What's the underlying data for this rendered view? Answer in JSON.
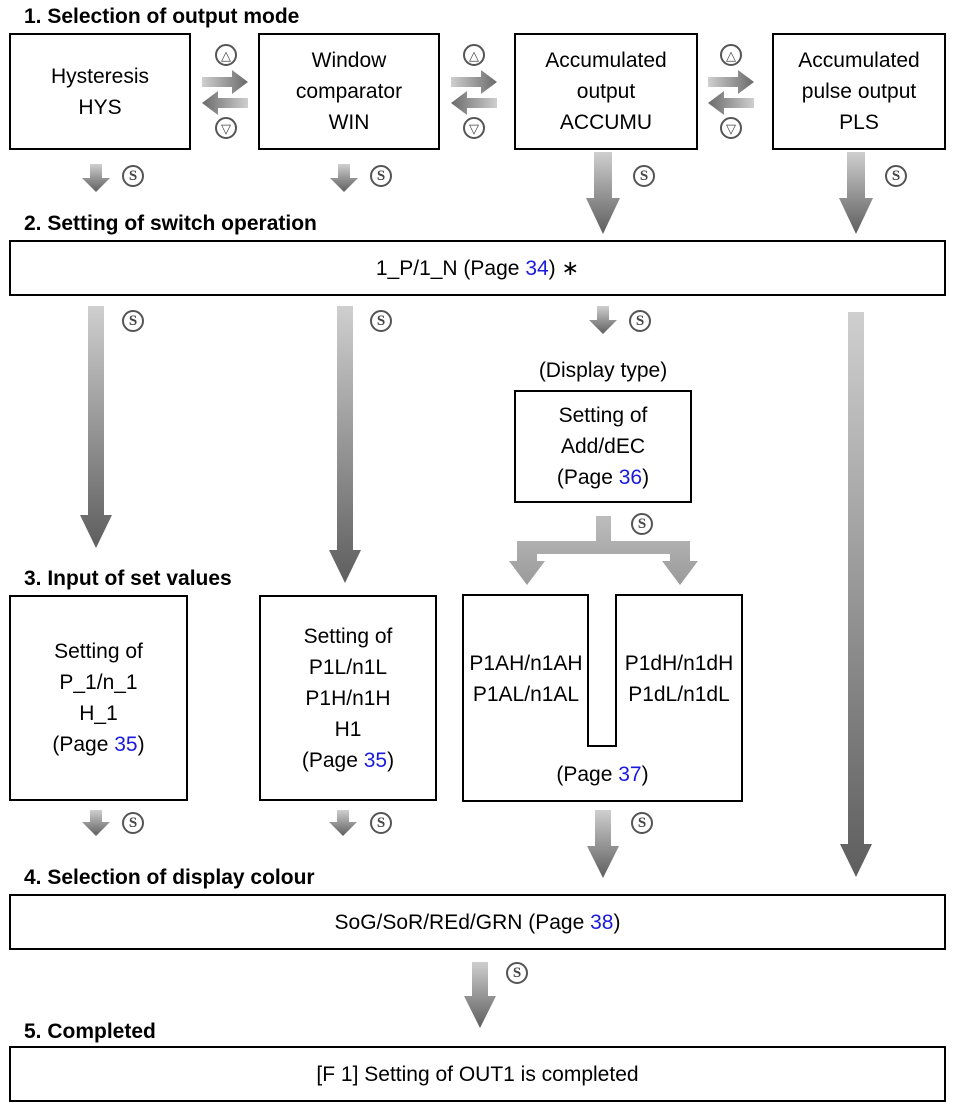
{
  "sections": {
    "s1": "1. Selection of output mode",
    "s2": "2. Setting of switch operation",
    "s3": "3. Input of set values",
    "s4": "4. Selection of display colour",
    "s5": "5. Completed"
  },
  "modes": {
    "hys": [
      "Hysteresis",
      "HYS"
    ],
    "win": [
      "Window",
      "comparator",
      "WIN"
    ],
    "accumu": [
      "Accumulated",
      "output",
      "ACCUMU"
    ],
    "pls": [
      "Accumulated",
      "pulse output",
      "PLS"
    ]
  },
  "switch_op": {
    "text_before": "1_P/1_N (Page ",
    "page": "34",
    "text_after": ") ∗"
  },
  "display_type": {
    "label": "(Display type)",
    "line1": "Setting of",
    "line2": "Add/dEC",
    "page_prefix": "(Page ",
    "page": "36",
    "page_suffix": ")"
  },
  "set_values": {
    "hys": {
      "lines": [
        "Setting of",
        "P_1/n_1",
        "H_1"
      ],
      "page_prefix": "(Page ",
      "page": "35",
      "page_suffix": ")"
    },
    "win": {
      "lines": [
        "Setting of",
        "P1L/n1L",
        "P1H/n1H",
        "H1"
      ],
      "page_prefix": "(Page ",
      "page": "35",
      "page_suffix": ")"
    },
    "accumu": {
      "left": [
        "P1AH/n1AH",
        "P1AL/n1AL"
      ],
      "right": [
        "P1dH/n1dH",
        "P1dL/n1dL"
      ],
      "page_prefix": "(Page ",
      "page": "37",
      "page_suffix": ")"
    }
  },
  "display_colour": {
    "text_before": "SoG/SoR/REd/GRN (Page ",
    "page": "38",
    "text_after": ")"
  },
  "completed": {
    "text": "[F 1] Setting of OUT1 is completed"
  },
  "buttons": {
    "up": "△",
    "down": "▽",
    "set": "S"
  },
  "colors": {
    "link": "#1a1adf",
    "arrow_light": "#c8c8c8",
    "arrow_dark": "#6a6a6a"
  }
}
